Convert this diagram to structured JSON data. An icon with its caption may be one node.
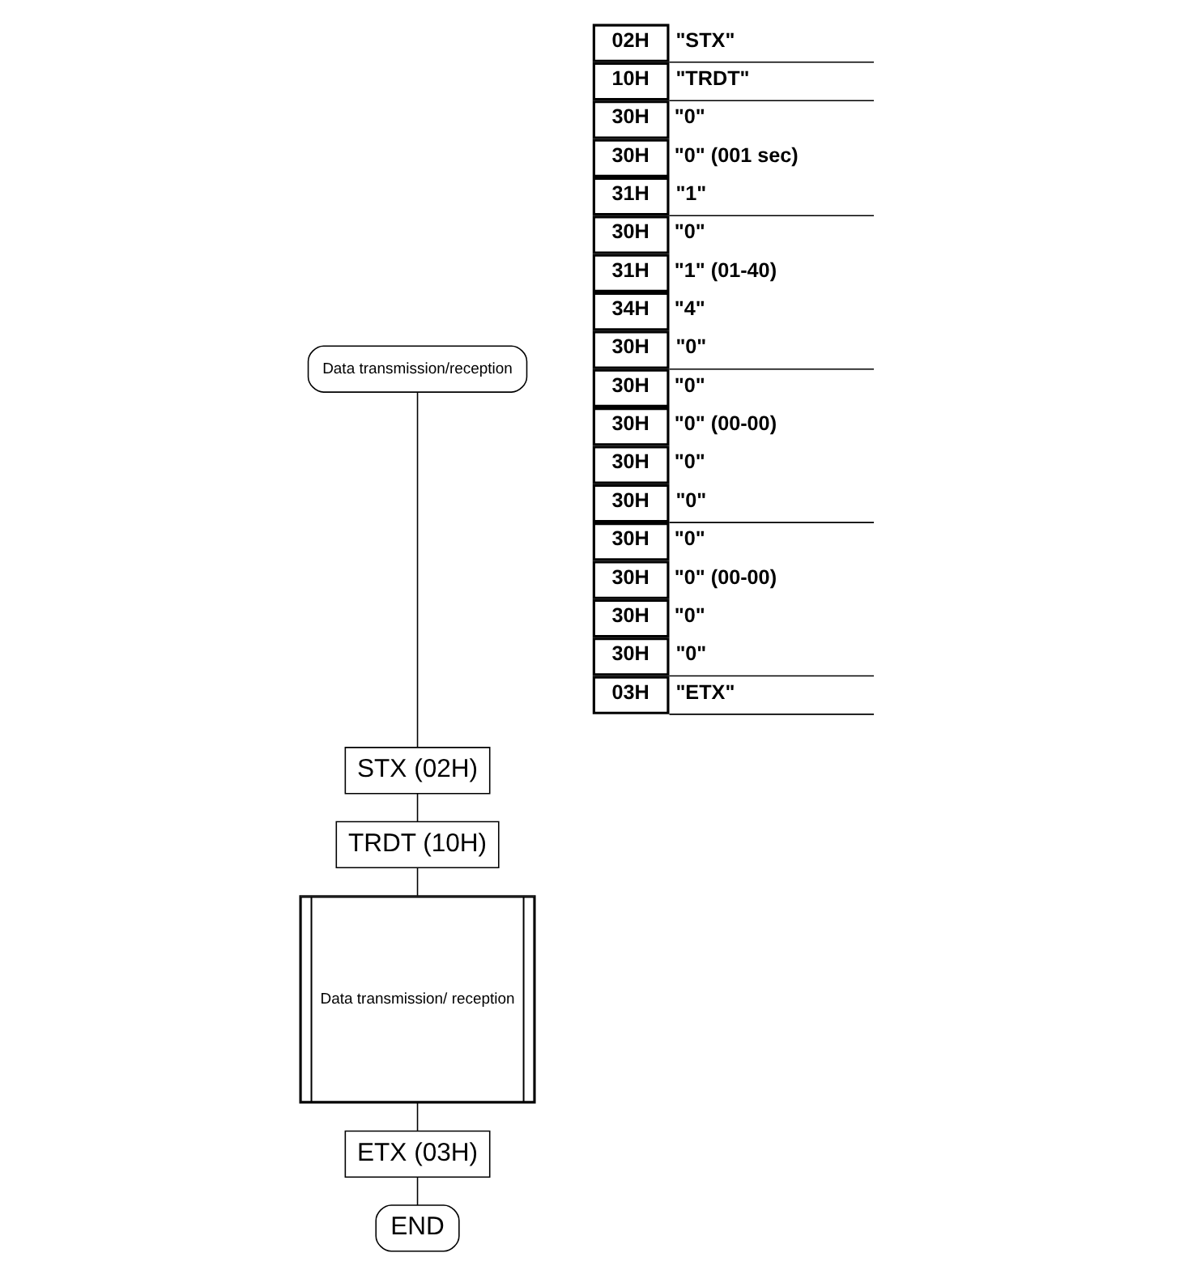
{
  "diagram": {
    "nodes": [
      {
        "text": [
          "Data transmission/reception"
        ]
      },
      {
        "text": [
          "STX (02H)"
        ]
      },
      {
        "text": [
          "TRDT (10H)"
        ]
      },
      {
        "text": [
          "Data transmission/ reception"
        ]
      },
      {
        "text": [
          "ETX (03H)"
        ]
      },
      {
        "text": [
          "END"
        ]
      }
    ],
    "edges": [
      {
        "from": 0,
        "to": 1,
        "arrow": "none"
      },
      {
        "from": 1,
        "to": 2,
        "arrow": "none"
      },
      {
        "from": 2,
        "to": 3,
        "arrow": "none"
      },
      {
        "from": 3,
        "to": 4,
        "arrow": "none"
      },
      {
        "from": 4,
        "to": 5,
        "arrow": "none"
      }
    ],
    "labels": [
      "02H",
      "\"STX\"",
      "10H",
      "\"TRDT\"",
      "30H",
      "\"0\"",
      "30H",
      "\"0\" (001 sec)",
      "31H",
      "\"1\"",
      "30H",
      "\"0\"",
      "31H",
      "\"1\" (01-40)",
      "34H",
      "\"4\"",
      "30H",
      "\"0\"",
      "30H",
      "\"0\"",
      "30H",
      "\"0\" (00-00)",
      "30H",
      "\"0\"",
      "30H",
      "\"0\"",
      "30H",
      "\"0\"",
      "30H",
      "\"0\" (00-00)",
      "30H",
      "\"0\"",
      "30H",
      "\"0\"",
      "03H",
      "\"ETX\""
    ]
  }
}
